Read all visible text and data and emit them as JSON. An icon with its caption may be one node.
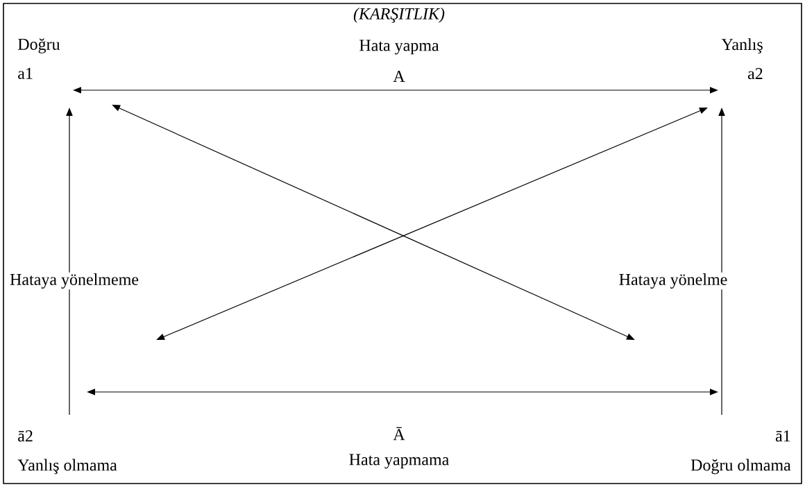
{
  "diagram": {
    "nodes": [
      {
        "text": [
          "Doğru",
          "a1"
        ]
      },
      {
        "text": [
          "Yanlış",
          "a2"
        ]
      },
      {
        "text": [
          "ā2",
          "Yanlış olmama"
        ]
      },
      {
        "text": [
          "ā1",
          "Doğru olmama"
        ]
      }
    ],
    "edges": [
      {
        "from": 0,
        "to": 1,
        "arrow": "both"
      },
      {
        "from": 2,
        "to": 3,
        "arrow": "both"
      },
      {
        "from": 2,
        "to": 0,
        "arrow": "to",
        "label": "Hataya yönelmeme"
      },
      {
        "from": 3,
        "to": 1,
        "arrow": "to",
        "label": "Hataya yönelme"
      },
      {
        "from": 0,
        "to": null,
        "arrow": "both"
      },
      {
        "from": null,
        "to": 1,
        "arrow": "both"
      }
    ],
    "labels": [
      "(KARŞITLIK)",
      "Hata yapma",
      "A",
      "Ā",
      "Hata yapmama"
    ]
  }
}
